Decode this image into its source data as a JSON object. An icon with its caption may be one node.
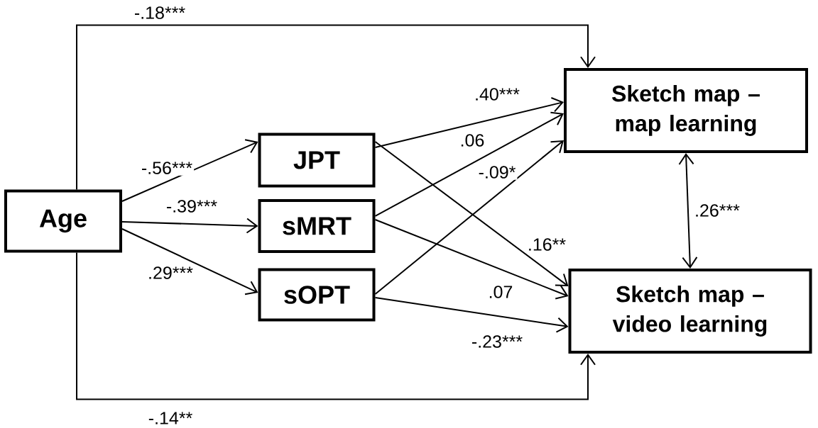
{
  "diagram": {
    "nodes": [
      {
        "text": [
          "Age"
        ]
      },
      {
        "text": [
          "JPT"
        ]
      },
      {
        "text": [
          "sMRT"
        ]
      },
      {
        "text": [
          "sOPT"
        ]
      },
      {
        "text": [
          "Sketch map – map learning"
        ]
      },
      {
        "text": [
          "Sketch map – video learning"
        ]
      }
    ],
    "edges": [
      {
        "from": 0,
        "to": 1,
        "arrow": "to",
        "label": "-.56***"
      },
      {
        "from": 0,
        "to": 2,
        "arrow": "to",
        "label": "-.39***"
      },
      {
        "from": 0,
        "to": 3,
        "arrow": "to",
        "label": ".29***"
      },
      {
        "from": 1,
        "to": 4,
        "arrow": "to",
        "label": ".40***"
      },
      {
        "from": 2,
        "to": 4,
        "arrow": "to",
        "label": ".06"
      },
      {
        "from": 3,
        "to": 4,
        "arrow": "to",
        "label": "-.09*"
      },
      {
        "from": 1,
        "to": 5,
        "arrow": "to",
        "label": ".16**"
      },
      {
        "from": 2,
        "to": 5,
        "arrow": "to",
        "label": ".07"
      },
      {
        "from": 3,
        "to": 5,
        "arrow": "to",
        "label": "-.23***"
      },
      {
        "from": 4,
        "to": 5,
        "arrow": "both",
        "label": ".26***"
      },
      {
        "from": 0,
        "to": 4,
        "arrow": "to",
        "label": "-.18***"
      },
      {
        "from": 0,
        "to": 5,
        "arrow": "to",
        "label": "-.14**"
      }
    ]
  }
}
